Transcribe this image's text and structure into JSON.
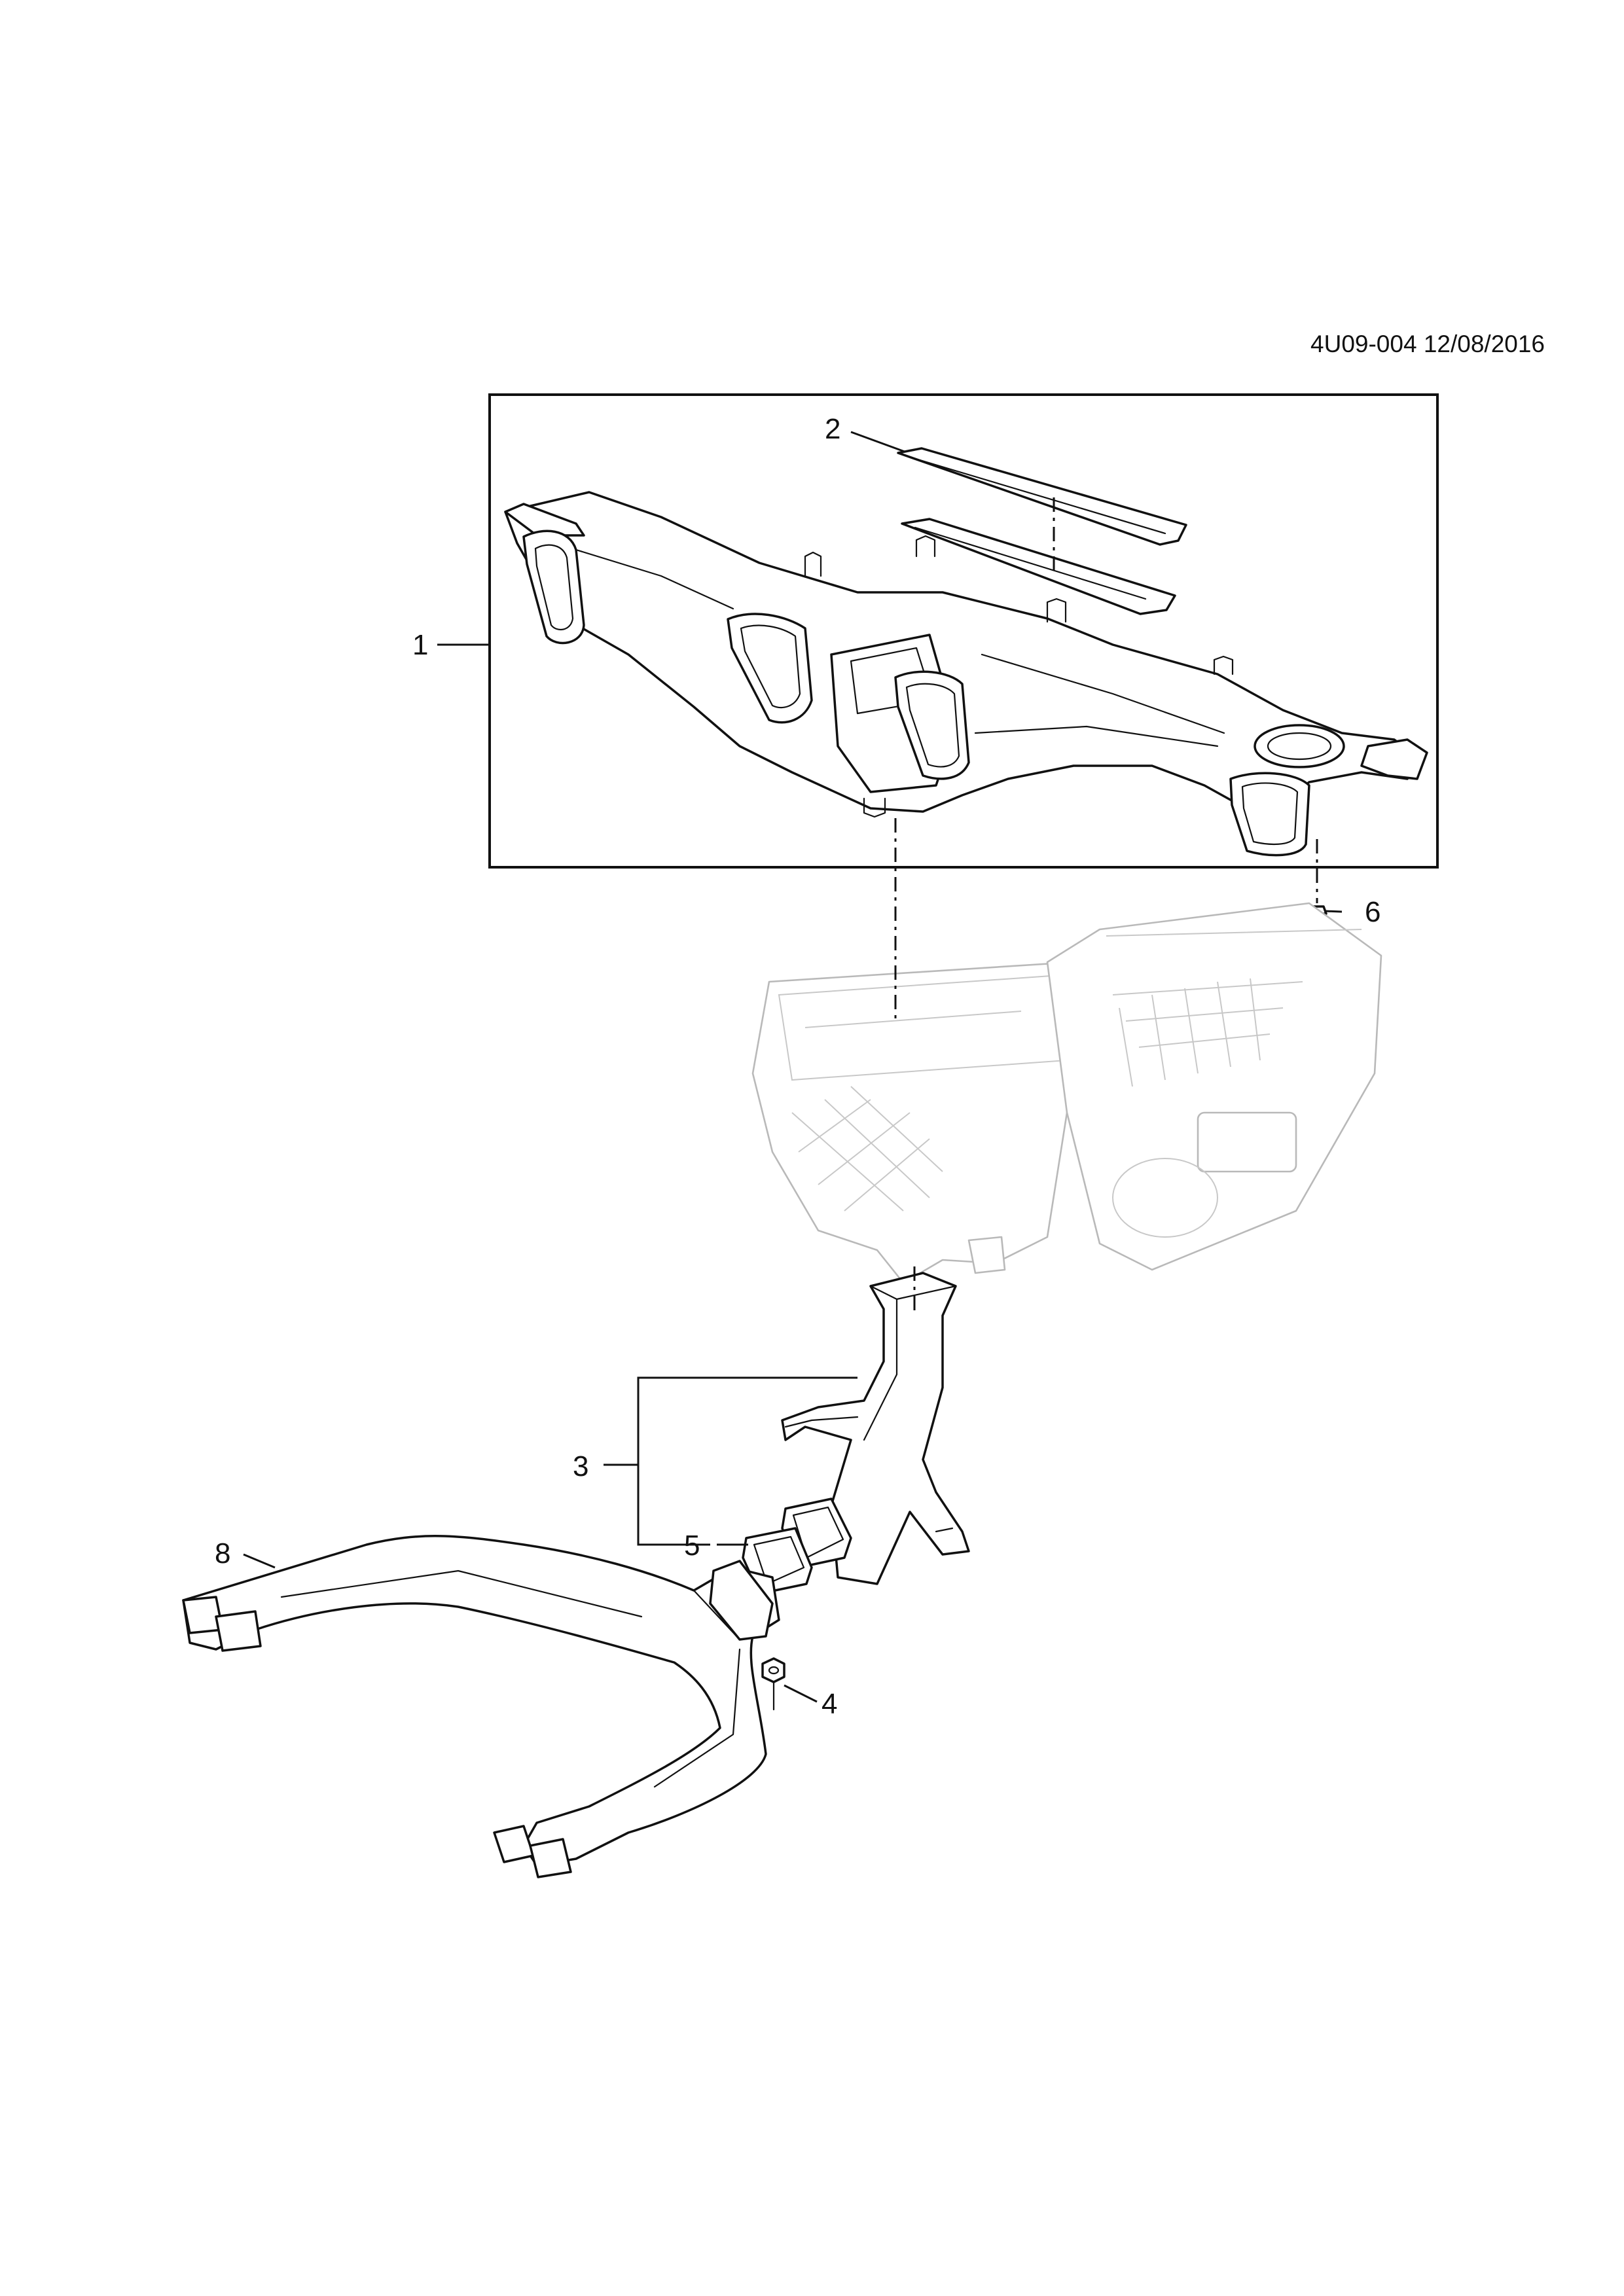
{
  "document_ref": "4U09-004 12/08/2016",
  "callouts": [
    "1",
    "2",
    "3",
    "4",
    "5",
    "6",
    "8"
  ]
}
